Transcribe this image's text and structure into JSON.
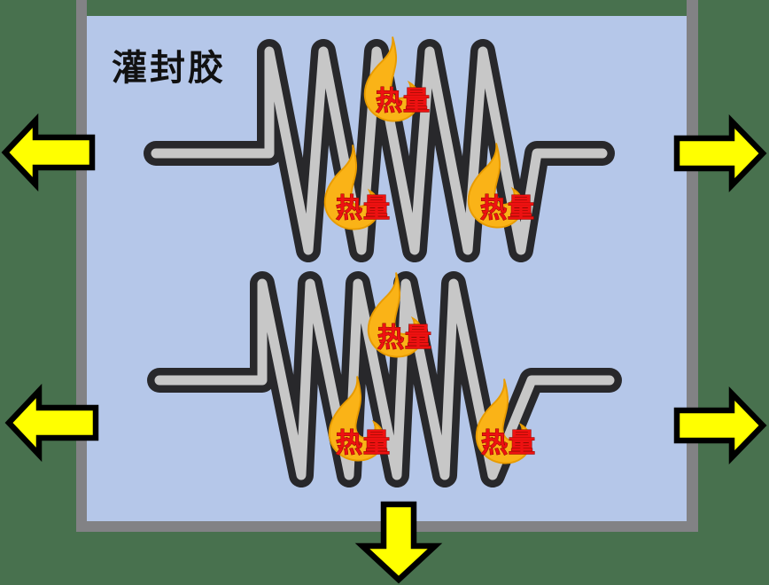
{
  "title": {
    "text": "灌封胶"
  },
  "heat_labels": [
    "热量",
    "热量",
    "热量",
    "热量",
    "热量",
    "热量"
  ],
  "colors": {
    "page_background": "#48714e",
    "potting_fill": "#b5c7e9",
    "case_gray": "#828285",
    "wire_outline": "#28282b",
    "wire_core": "#c7c7c7",
    "arrow_fill": "#ffff00",
    "arrow_outline": "#000000",
    "flame_fill": "#fab317",
    "flame_edge": "#e89b00",
    "heat_text": "#ee1111",
    "title_color": "#111111"
  },
  "scene": {
    "resistors": [
      {
        "id": "top-resistor",
        "flame_count": 3
      },
      {
        "id": "bottom-resistor",
        "flame_count": 3
      }
    ],
    "arrows": [
      {
        "id": "left-top",
        "direction": "left"
      },
      {
        "id": "left-bottom",
        "direction": "left"
      },
      {
        "id": "right-top",
        "direction": "right"
      },
      {
        "id": "right-bottom",
        "direction": "right"
      },
      {
        "id": "bottom-center",
        "direction": "down"
      }
    ]
  }
}
